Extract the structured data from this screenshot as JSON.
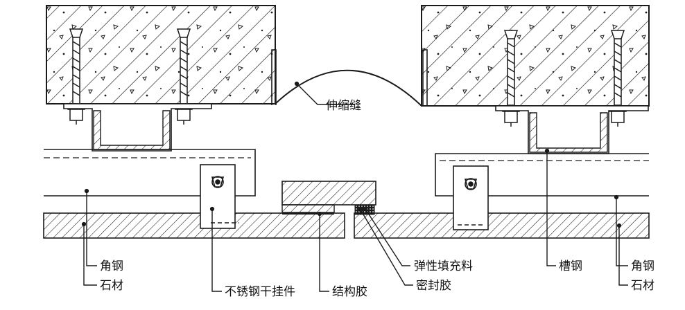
{
  "labels": {
    "expansion_joint": "伸缩缝",
    "angle_steel_left": "角钢",
    "stone_left": "石材",
    "hanger": "不锈钢干挂件",
    "structural_glue": "结构胶",
    "sealant": "密封胶",
    "elastic_filler": "弹性填充料",
    "channel_steel": "槽钢",
    "angle_steel_right": "角钢",
    "stone_right": "石材"
  },
  "colors": {
    "line": "#1a1a1a",
    "background": "#ffffff"
  }
}
